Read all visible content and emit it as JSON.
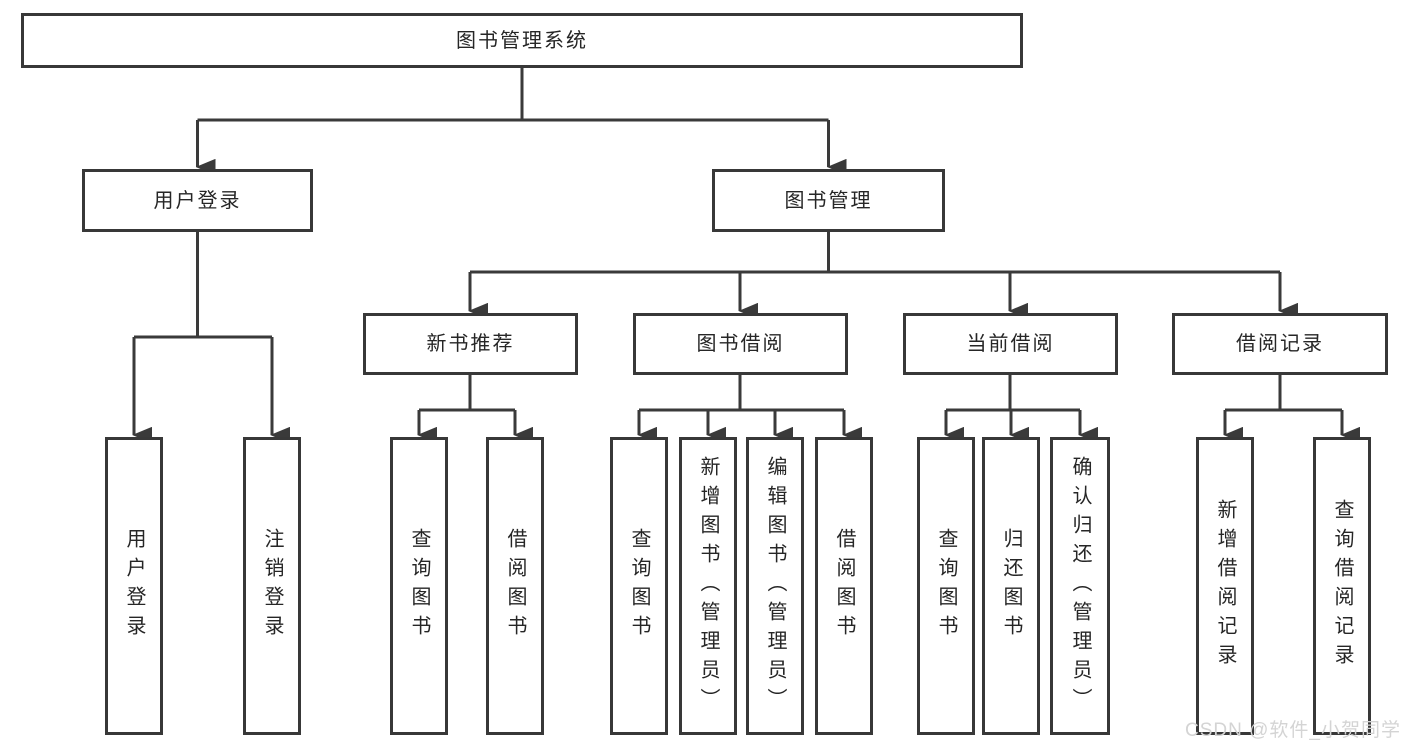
{
  "tree": {
    "root": {
      "label": "图书管理系统"
    },
    "branches": [
      {
        "label": "用户登录",
        "children": [
          {
            "label": "用户登录"
          },
          {
            "label": "注销登录"
          }
        ]
      },
      {
        "label": "图书管理",
        "children": [
          {
            "label": "新书推荐",
            "children": [
              {
                "label": "查询图书"
              },
              {
                "label": "借阅图书"
              }
            ]
          },
          {
            "label": "图书借阅",
            "children": [
              {
                "label": "查询图书"
              },
              {
                "label": "新增图书（管理员）"
              },
              {
                "label": "编辑图书（管理员）"
              },
              {
                "label": "借阅图书"
              }
            ]
          },
          {
            "label": "当前借阅",
            "children": [
              {
                "label": "查询图书"
              },
              {
                "label": "归还图书"
              },
              {
                "label": "确认归还（管理员）"
              }
            ]
          },
          {
            "label": "借阅记录",
            "children": [
              {
                "label": "新增借阅记录"
              },
              {
                "label": "查询借阅记录"
              }
            ]
          }
        ]
      }
    ]
  },
  "watermark": {
    "text": "CSDN @软件_小贺同学"
  },
  "colors": {
    "line": "#3a3a3a",
    "box_border": "#383838",
    "text": "#262626",
    "watermark": "#d4d4d4",
    "background": "#ffffff"
  }
}
